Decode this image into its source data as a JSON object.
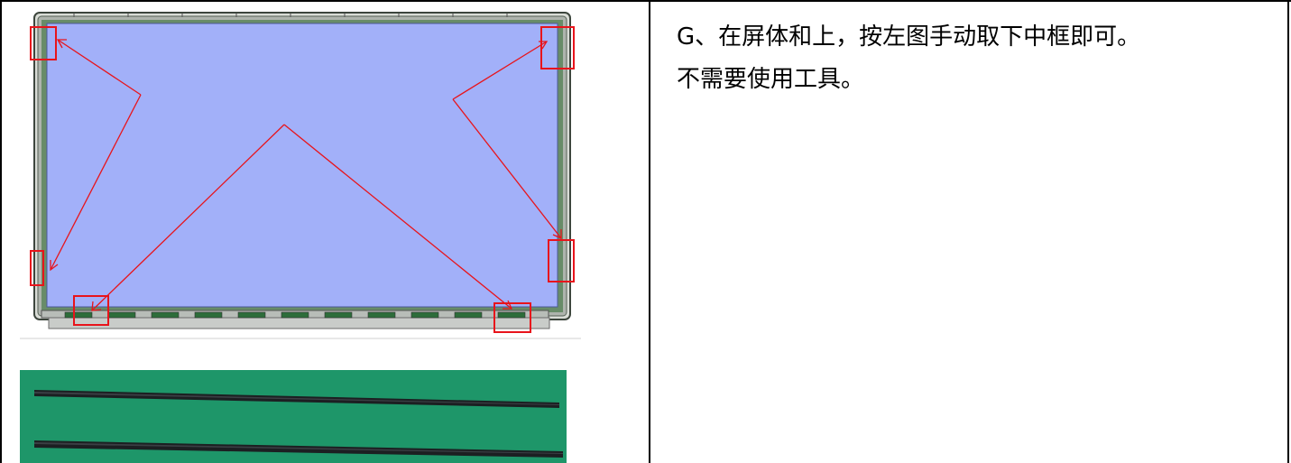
{
  "instructions": {
    "line1": "G、在屏体和上，按左图手动取下中框即可。",
    "line2": "不需要使用工具。"
  },
  "colors": {
    "screen_fill": "#a2b0f9",
    "frame": "#5c6b5c",
    "annotation_red": "#e8141b",
    "photo_background": "#1f9a6c"
  },
  "icons": {
    "diagram": "screen-frame-diagram",
    "photo": "removed-frame-bars-photo"
  }
}
